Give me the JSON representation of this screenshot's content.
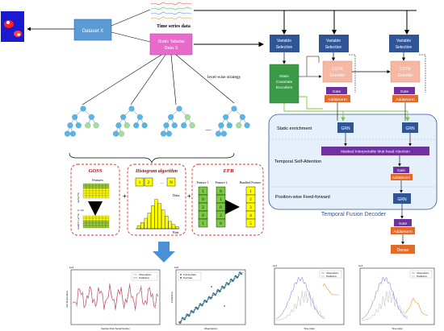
{
  "dataset_x": "Dataset X",
  "time_series_label": "Time series data",
  "static_data": [
    "Static Tabular",
    "Data S"
  ],
  "level_wise": "level-wise strategy",
  "tree_dots": "—",
  "goss": {
    "title": "GOSS",
    "features": "Features",
    "ylabel_top": "topN(a*N)",
    "ylabel_bottom": "rand(b*(1-a)*N)",
    "weight": "(1-a)/b"
  },
  "histogram": {
    "title": "Histogram algorithm",
    "cells": [
      "1",
      "2",
      "…",
      "N"
    ],
    "data": "Data",
    "bins": "Bins"
  },
  "efb": {
    "title": "EFB",
    "feature1": "Feature 1",
    "feature2": "Feature 2",
    "bundled": "Bundled Feature",
    "col1": [
      "1",
      "0",
      "2",
      "0",
      "1"
    ],
    "col2": [
      "0",
      "1",
      "0",
      "2",
      "0"
    ],
    "col3": [
      "1",
      "2",
      "3",
      "4",
      "5"
    ]
  },
  "tft": {
    "variable_selection": [
      "Variable",
      "Selection"
    ],
    "static_cov": [
      "Static",
      "Covariate",
      "Encoders"
    ],
    "lstm_encoder": [
      "LSTM",
      "Encoder"
    ],
    "lstm_decoder": [
      "LSTM",
      "Encoder"
    ],
    "gate": "Gate",
    "addnorm": "Add&Norm",
    "grn": "GRN",
    "static_enrichment": "Static enrichment",
    "temporal_self_attention": "Temporal Self-Attention",
    "attention": "Masked Interpretable Muti-head Attention",
    "position_ff": "Position-wise Feed-forward",
    "decoder_title": "Temporal Fusion Decoder",
    "dense": "Dense"
  },
  "plots": {
    "p1_legend": [
      "Observations",
      "Predictions"
    ],
    "p1_xlabel": "Sample Point Serial Number",
    "p1_ylabel": "Soil Temperature",
    "p1_exp": "1e3",
    "p2_legend": [
      "Training Data",
      "Test Data"
    ],
    "p2_xlabel": "Observations",
    "p2_ylabel": "Predictions",
    "p2_exp": "1e6",
    "p3_legend": [
      "Observations",
      "Predictions"
    ],
    "p3_xlabel": "Time index",
    "p3_exp": "1e3",
    "p4_legend": [
      "Observations",
      "Predictions"
    ],
    "p4_xlabel": "Time index",
    "p4_exp": "1e3"
  },
  "colors": {
    "blue_box": "#5b9bd5",
    "navy_box": "#2f5597",
    "pink_box": "#e86acb",
    "green_box": "#3a9a48",
    "lstm_box": "#f4b8a4",
    "gate_box": "#7030a0",
    "addnorm_box": "#e26b2a",
    "tree_node": "#5ab4e6",
    "tree_leaf": "#a9e08f",
    "yellow": "#ffff00",
    "decoder_bg": "#e6f0fa",
    "arrow_blue": "#4a90d9"
  }
}
